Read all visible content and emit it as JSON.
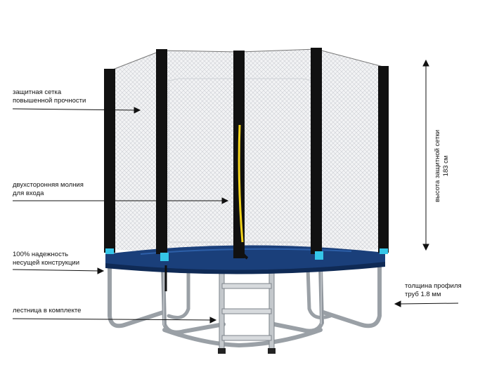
{
  "annotations": {
    "net": {
      "line1": "защитная сетка",
      "line2": "повышенной прочности"
    },
    "zipper": {
      "line1": "двухсторонняя молния",
      "line2": "для входа"
    },
    "frame": {
      "line1": "100% надежность",
      "line2": "несущей конструкции"
    },
    "ladder": {
      "line1": "лестница в комплекте"
    },
    "tube": {
      "line1": "толщина профиля",
      "line2": "труб 1.8 мм"
    },
    "height": {
      "line1": "высота защитной сетки",
      "line2": "183 см"
    }
  },
  "colors": {
    "pad": "#1a3f7a",
    "pad_dark": "#0f2a55",
    "pole_sleeve": "#111111",
    "steel": "#b9bec4",
    "cyan_cap": "#35c6e8",
    "zipper": "#f2d21b",
    "net": "#d8dadd"
  }
}
